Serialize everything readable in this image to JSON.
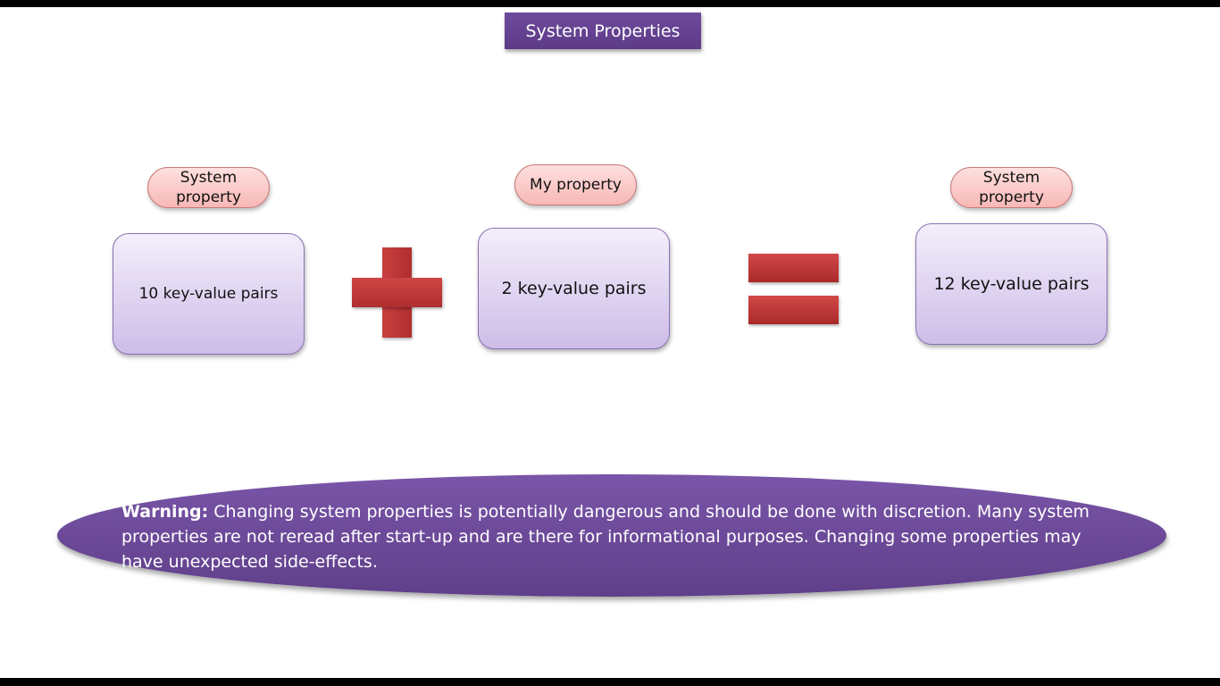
{
  "title": "System Properties",
  "labels": {
    "left": "System property",
    "middle": "My property",
    "right": "System property"
  },
  "boxes": {
    "left": "10 key-value pairs",
    "middle": "2 key-value pairs",
    "right": "12 key-value pairs"
  },
  "warning": {
    "label": "Warning:",
    "text": " Changing system properties is potentially dangerous and should be done with discretion. Many system properties are not reread after start-up and are there for informational purposes. Changing some properties may have unexpected side-effects."
  },
  "colors": {
    "title_bg": "#6e4a9b",
    "pill_bg": "#f9c6c4",
    "box_bg": "#e3d8f3",
    "operator": "#c0393b",
    "warning_bg": "#6b4a98"
  },
  "icons": {
    "plus": "plus-icon",
    "equals": "equals-icon"
  }
}
